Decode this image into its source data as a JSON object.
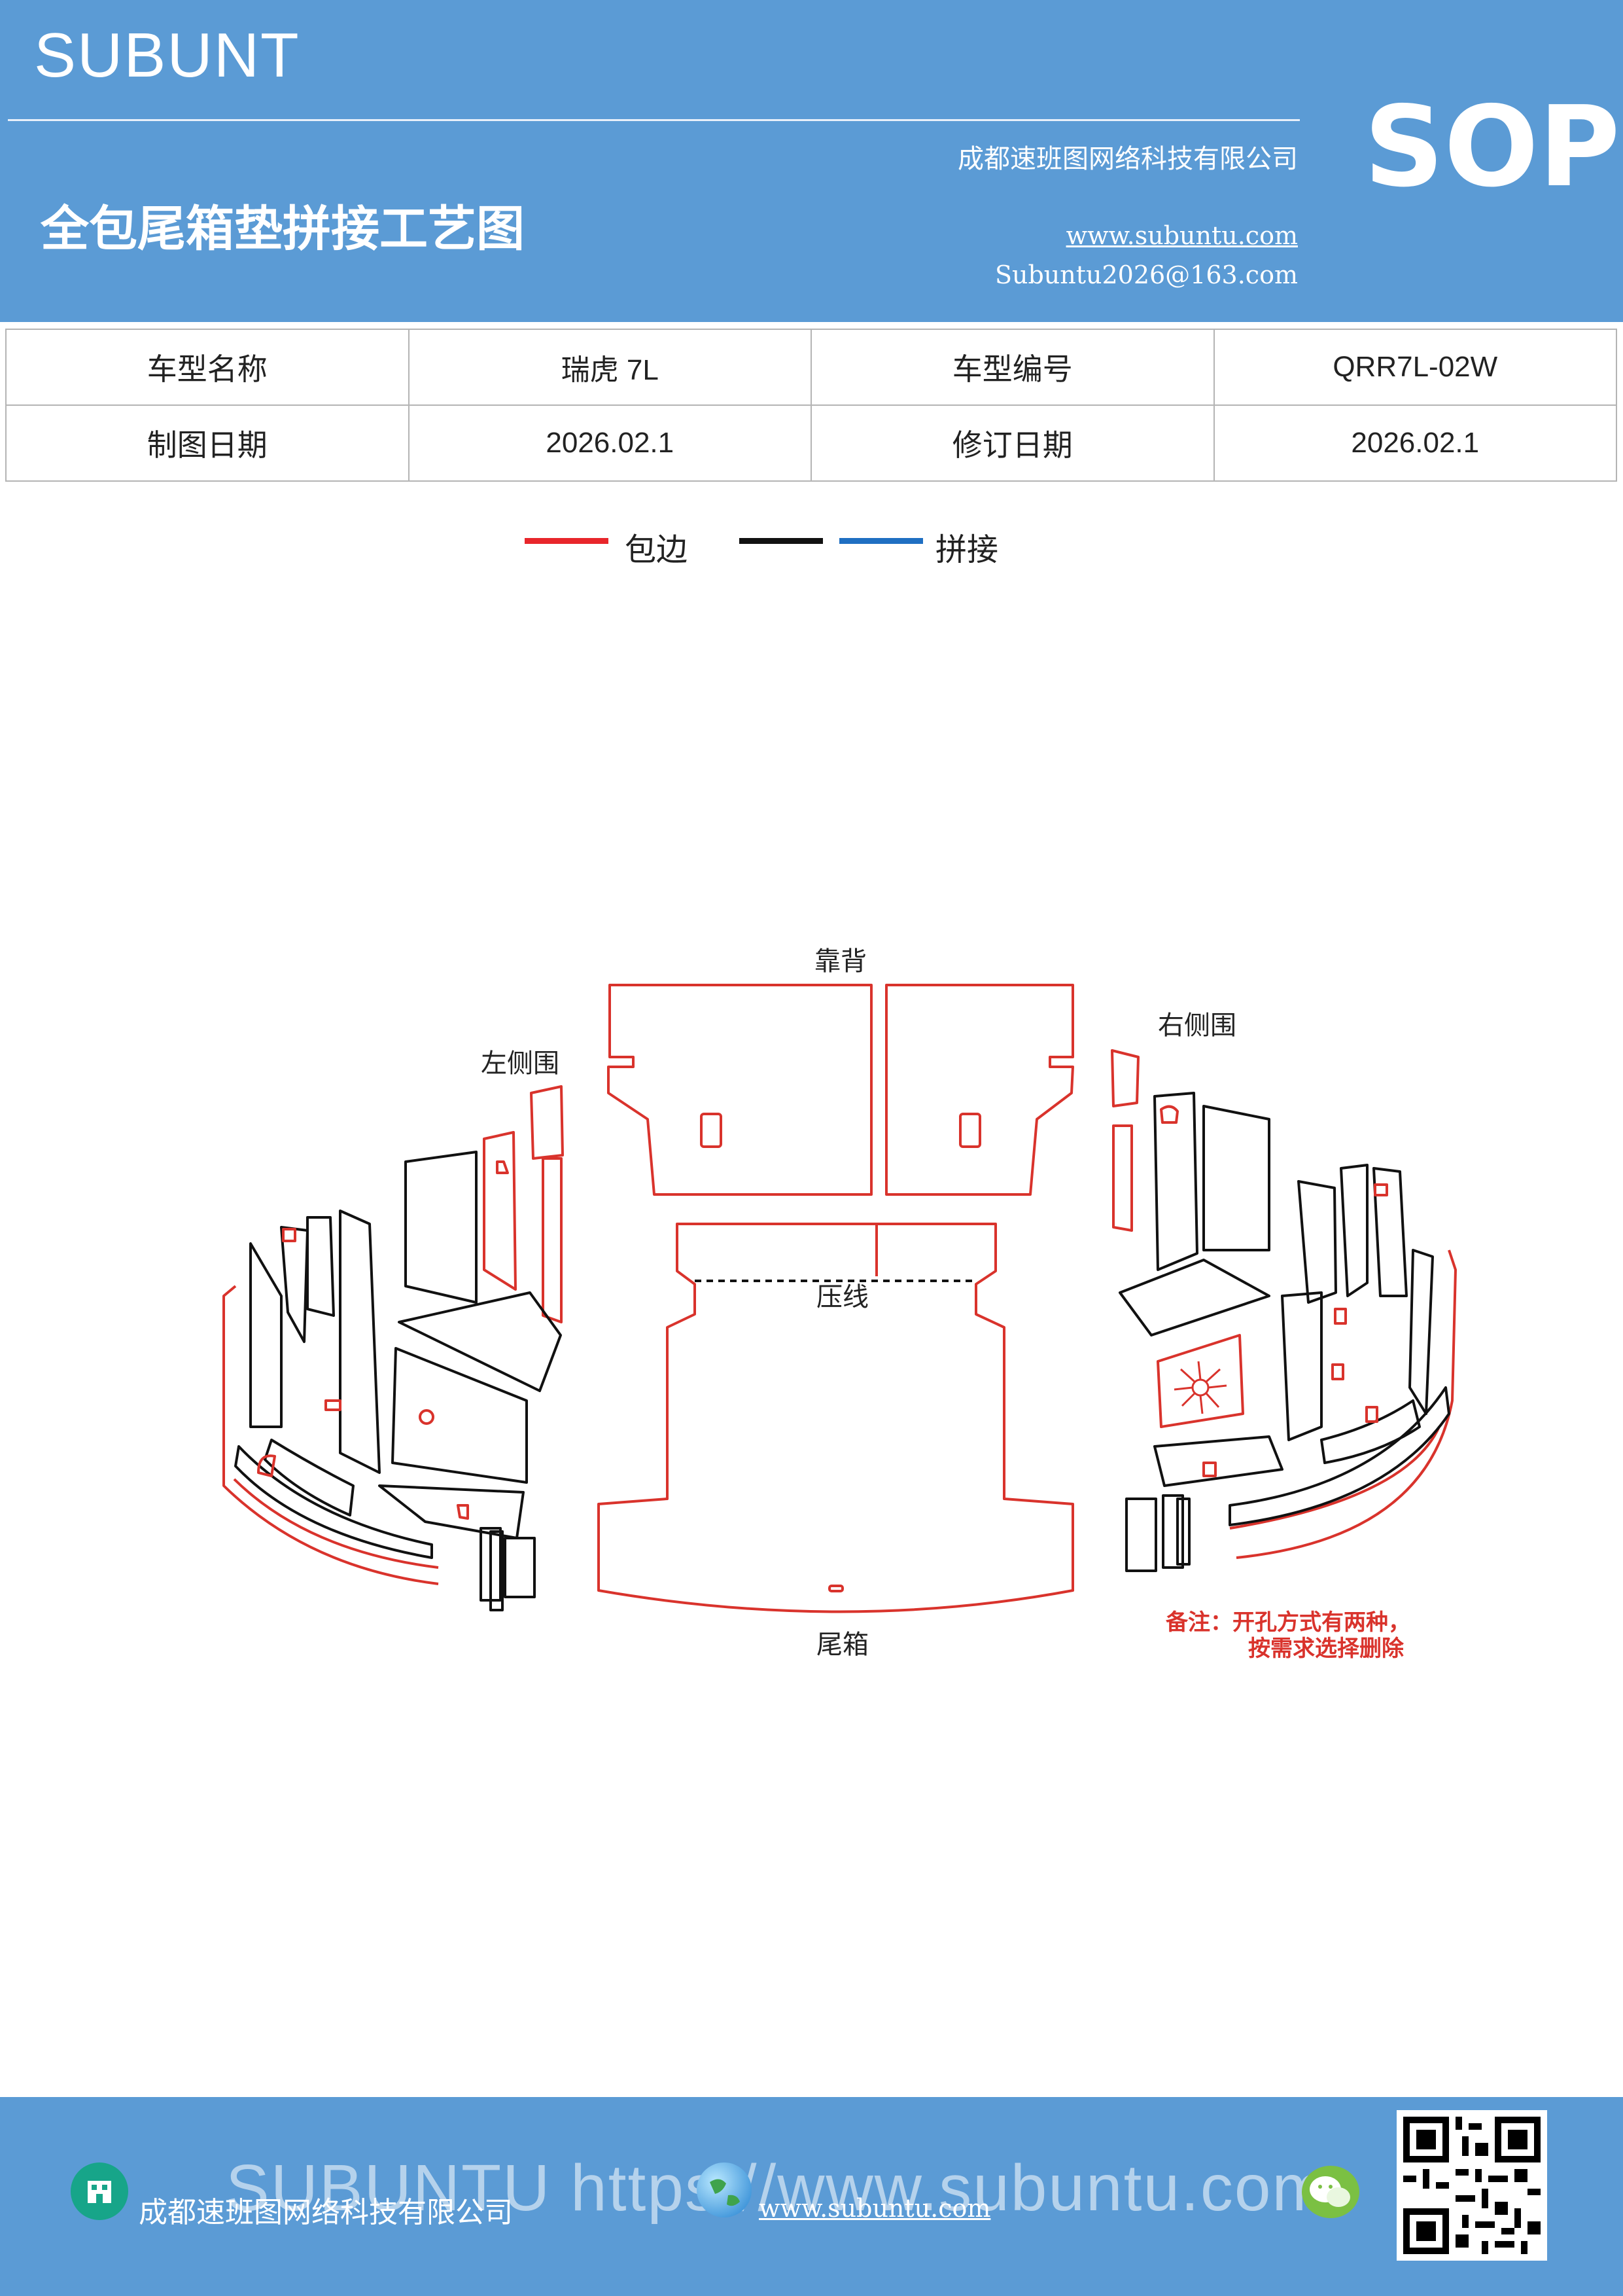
{
  "header": {
    "brand": "SUBUNT",
    "title": "全包尾箱垫拼接工艺图",
    "company": "成都速班图网络科技有限公司",
    "website": "www.subuntu.com",
    "email": "Subuntu2026@163.com",
    "sop": "SOP"
  },
  "info_table": {
    "rows": [
      {
        "label1": "车型名称",
        "value1": "瑞虎 7L",
        "label2": "车型编号",
        "value2": "QRR7L-02W"
      },
      {
        "label1": "制图日期",
        "value1": "2026.02.1",
        "label2": "修订日期",
        "value2": "2026.02.1"
      }
    ]
  },
  "legend": {
    "items": [
      {
        "label": "包边",
        "color": "#e8262b"
      },
      {
        "label": "",
        "color": "#111111"
      },
      {
        "label": "拼接",
        "color": "#1f6fc2"
      }
    ]
  },
  "diagram": {
    "labels": {
      "backrest": "靠背",
      "left_side": "左侧围",
      "right_side": "右侧围",
      "press_line": "压线",
      "trunk": "尾箱"
    },
    "note_line1": "备注：开孔方式有两种，",
    "note_line2": "按需求选择删除",
    "colors": {
      "edge": "#d9332c",
      "seam": "#111111"
    }
  },
  "footer": {
    "watermark": "SUBUNTU https://www.subuntu.com",
    "company": "成都速班图网络科技有限公司",
    "website": "www.subuntu.com"
  }
}
